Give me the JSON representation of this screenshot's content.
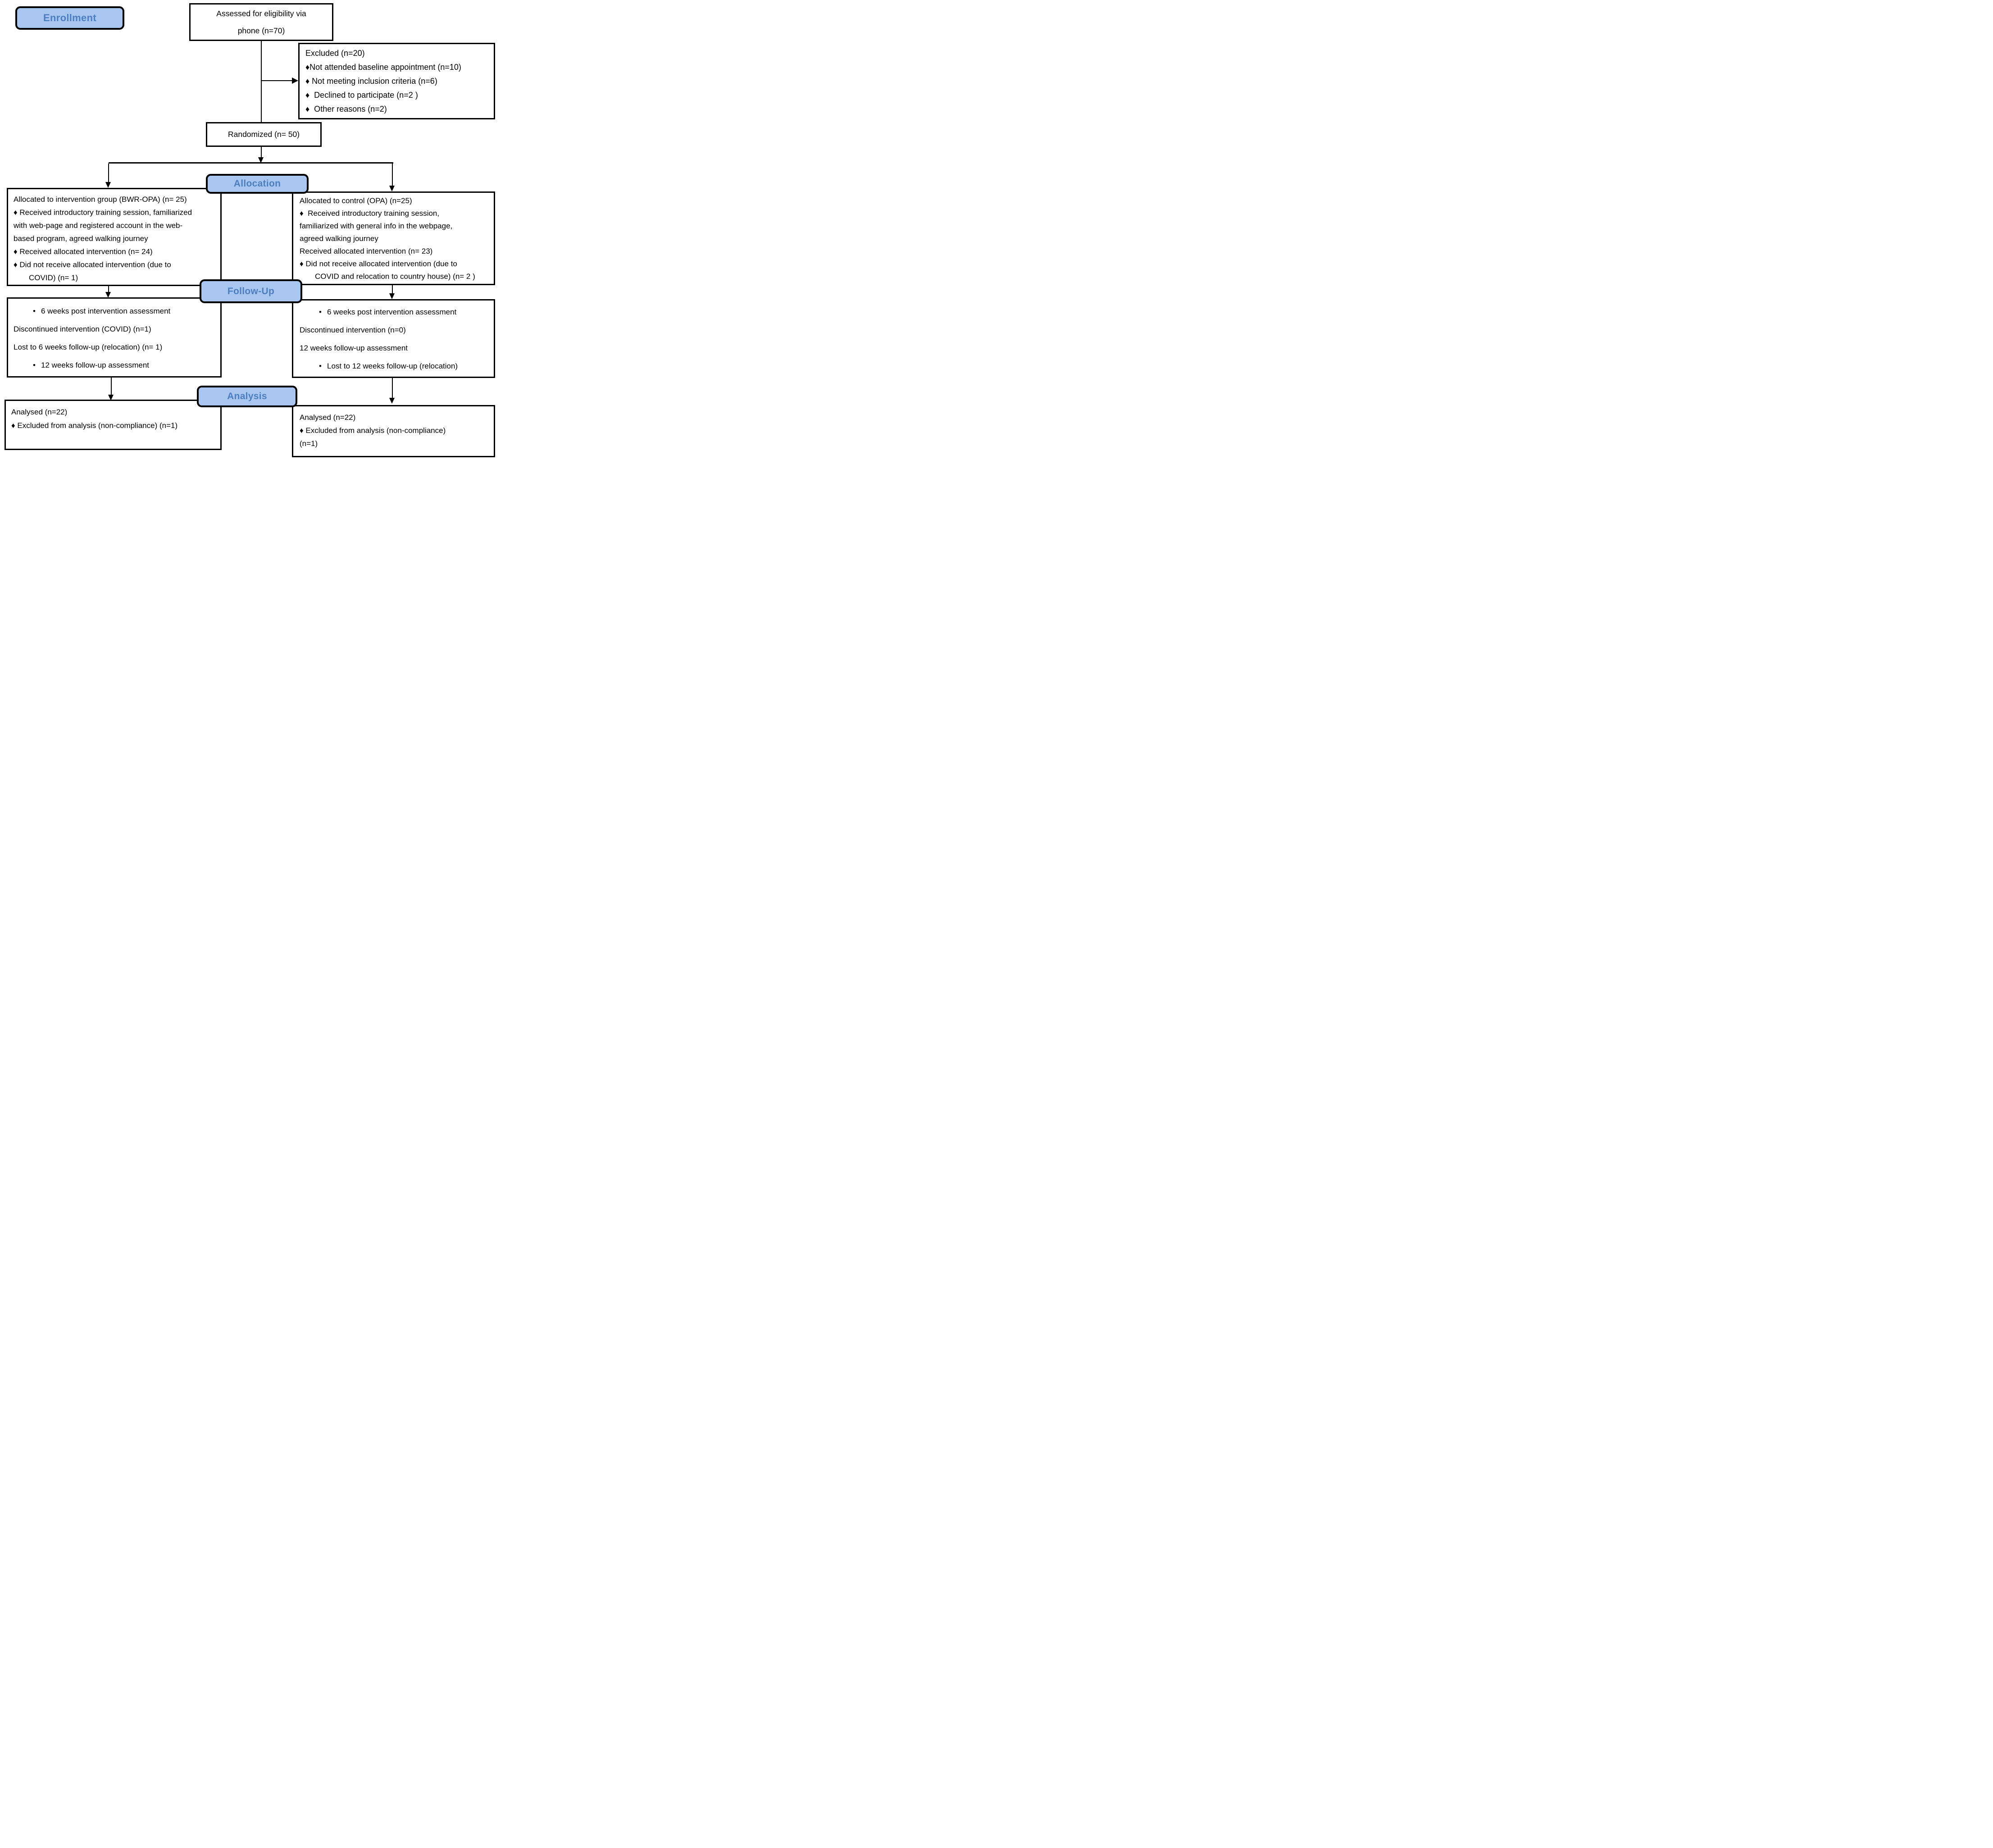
{
  "colors": {
    "label_fill": "#a9c6f1",
    "label_text": "#4d7ebf",
    "box_border": "#000000",
    "box_fill": "#ffffff"
  },
  "stage_labels": {
    "enrollment": "Enrollment",
    "allocation": "Allocation",
    "follow_up": "Follow-Up",
    "analysis": "Analysis"
  },
  "eligibility_box": {
    "lines": [
      "Assessed for eligibility via",
      "phone (n=70)"
    ]
  },
  "excluded_box": {
    "lines": [
      "Excluded (n=20)",
      "♦Not attended baseline appointment (n=10)",
      "♦ Not meeting inclusion criteria (n=6)",
      "♦  Declined to participate (n=2 )",
      "♦  Other reasons (n=2)"
    ]
  },
  "randomized_box": {
    "text": "Randomized (n= 50)"
  },
  "allocation_left_box": {
    "lines": [
      "Allocated to intervention group (BWR-OPA) (n= 25)",
      "♦ Received introductory training session, familiarized",
      "with web-page and registered account in the web-",
      "based program, agreed walking journey",
      "♦ Received allocated intervention (n= 24)",
      "♦ Did not receive allocated intervention (due to",
      "COVID) (n= 1)"
    ]
  },
  "allocation_right_box": {
    "lines": [
      "Allocated to control (OPA) (n=25)",
      "♦  Received introductory training session,",
      "familiarized with general info in the webpage,",
      "agreed walking journey",
      "Received allocated intervention (n= 23)",
      "♦ Did not receive allocated intervention (due to",
      "COVID and relocation to country house) (n= 2 )"
    ]
  },
  "followup_left_box": {
    "bullet_char": "•",
    "lines": [
      "6 weeks post intervention assessment",
      "Discontinued intervention (COVID) (n=1)",
      "Lost to 6 weeks follow-up (relocation) (n= 1)",
      "12 weeks follow-up assessment"
    ]
  },
  "followup_right_box": {
    "bullet_char": "•",
    "lines": [
      "6 weeks post intervention assessment",
      "Discontinued intervention (n=0)",
      "12 weeks follow-up assessment",
      "Lost to 12 weeks follow-up (relocation)"
    ]
  },
  "analysis_left_box": {
    "lines": [
      "Analysed (n=22)",
      "♦ Excluded from analysis (non-compliance) (n=1)"
    ]
  },
  "analysis_right_box": {
    "lines": [
      "Analysed (n=22)",
      "♦ Excluded from analysis (non-compliance)",
      "(n=1)"
    ]
  }
}
